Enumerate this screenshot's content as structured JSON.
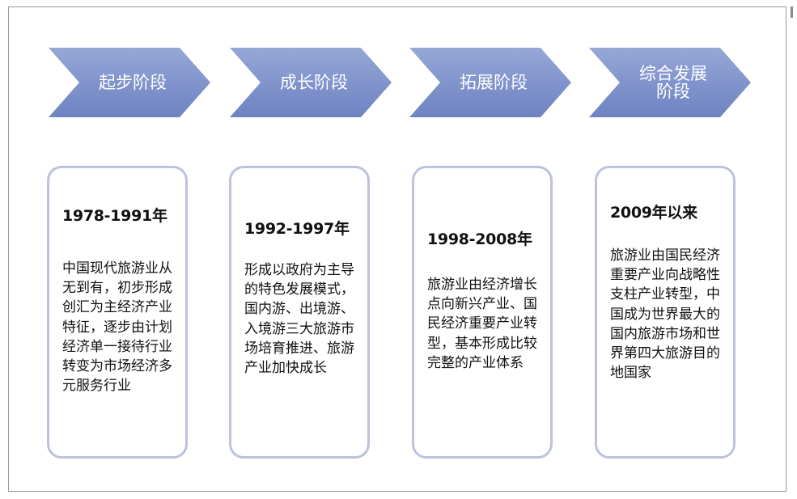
{
  "stages": [
    {
      "label": "起步阶段",
      "period": "1978-1991年",
      "description": "中国现代旅游业从无到有，初步形成创汇为主经济产业特征，逐步由计划经济单一接待行业转变为市场经济多元服务行业"
    },
    {
      "label": "成长阶段",
      "period": "1992-1997年",
      "description": "形成以政府为主导的特色发展模式，国内游、出境游、入境游三大旅游市场培育推进、旅游产业加快成长"
    },
    {
      "label": "拓展阶段",
      "period": "1998-2008年",
      "description": "旅游业由经济增长点向新兴产业、国民经济重要产业转型，基本形成比较完整的产业体系"
    },
    {
      "label": "综合发展阶段",
      "period": "2009年以来",
      "description": "旅游业由国民经济重要产业向战略性支柱产业转型，中国成为世界最大的国内旅游市场和世界第四大旅游目的地国家"
    }
  ],
  "colors": {
    "chevron": "#7f92cb",
    "card_border": "#bcc2dc",
    "frame_border": "#9a9a9a"
  }
}
